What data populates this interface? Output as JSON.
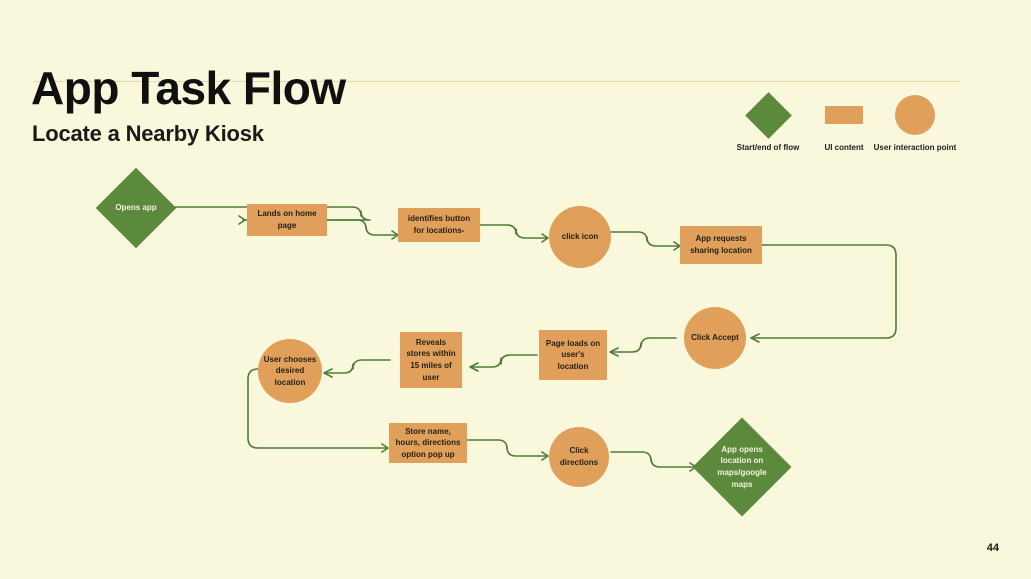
{
  "header": {
    "title": "App Task Flow",
    "subtitle": "Locate a Nearby Kiosk",
    "page_number": "44"
  },
  "colors": {
    "background": "#faf8dc",
    "green": "#5c8a3c",
    "orange": "#e0a05b",
    "connector": "#4f7c38",
    "rule": "#e6d9a8",
    "text_dark": "#231f10",
    "text_light": "#f4f2dd"
  },
  "legend": {
    "items": [
      {
        "shape": "diamond",
        "label": "Start/end of flow",
        "color": "#5c8a3c"
      },
      {
        "shape": "rect",
        "label": "UI content",
        "color": "#e0a05b"
      },
      {
        "shape": "circle",
        "label": "User interaction point",
        "color": "#e0a05b"
      }
    ]
  },
  "flow": {
    "nodes": [
      {
        "id": "opens-app",
        "label": "Opens app",
        "shape": "diamond"
      },
      {
        "id": "lands-on-home-page",
        "label": "Lands on home page",
        "shape": "rect"
      },
      {
        "id": "identifies-button-for-locations",
        "label": "identifies button for locations-",
        "shape": "rect"
      },
      {
        "id": "click-icon",
        "label": "click icon",
        "shape": "circle"
      },
      {
        "id": "app-requests-sharing-location",
        "label": "App requests sharing location",
        "shape": "rect"
      },
      {
        "id": "click-accept",
        "label": "Click Accept",
        "shape": "circle"
      },
      {
        "id": "page-loads-on-users-location",
        "label": "Page loads on user's location",
        "shape": "rect"
      },
      {
        "id": "reveals-stores-within-15-miles",
        "label": "Reveals stores within 15 miles of user",
        "shape": "rect"
      },
      {
        "id": "user-chooses-desired-location",
        "label": "User chooses desired location",
        "shape": "circle"
      },
      {
        "id": "store-name-hours-directions-popup",
        "label": "Store name, hours, directions option pop up",
        "shape": "rect"
      },
      {
        "id": "click-directions",
        "label": "Click directions",
        "shape": "circle"
      },
      {
        "id": "app-opens-location-on-maps",
        "label": "App opens location on maps/google maps",
        "shape": "diamond"
      }
    ]
  }
}
